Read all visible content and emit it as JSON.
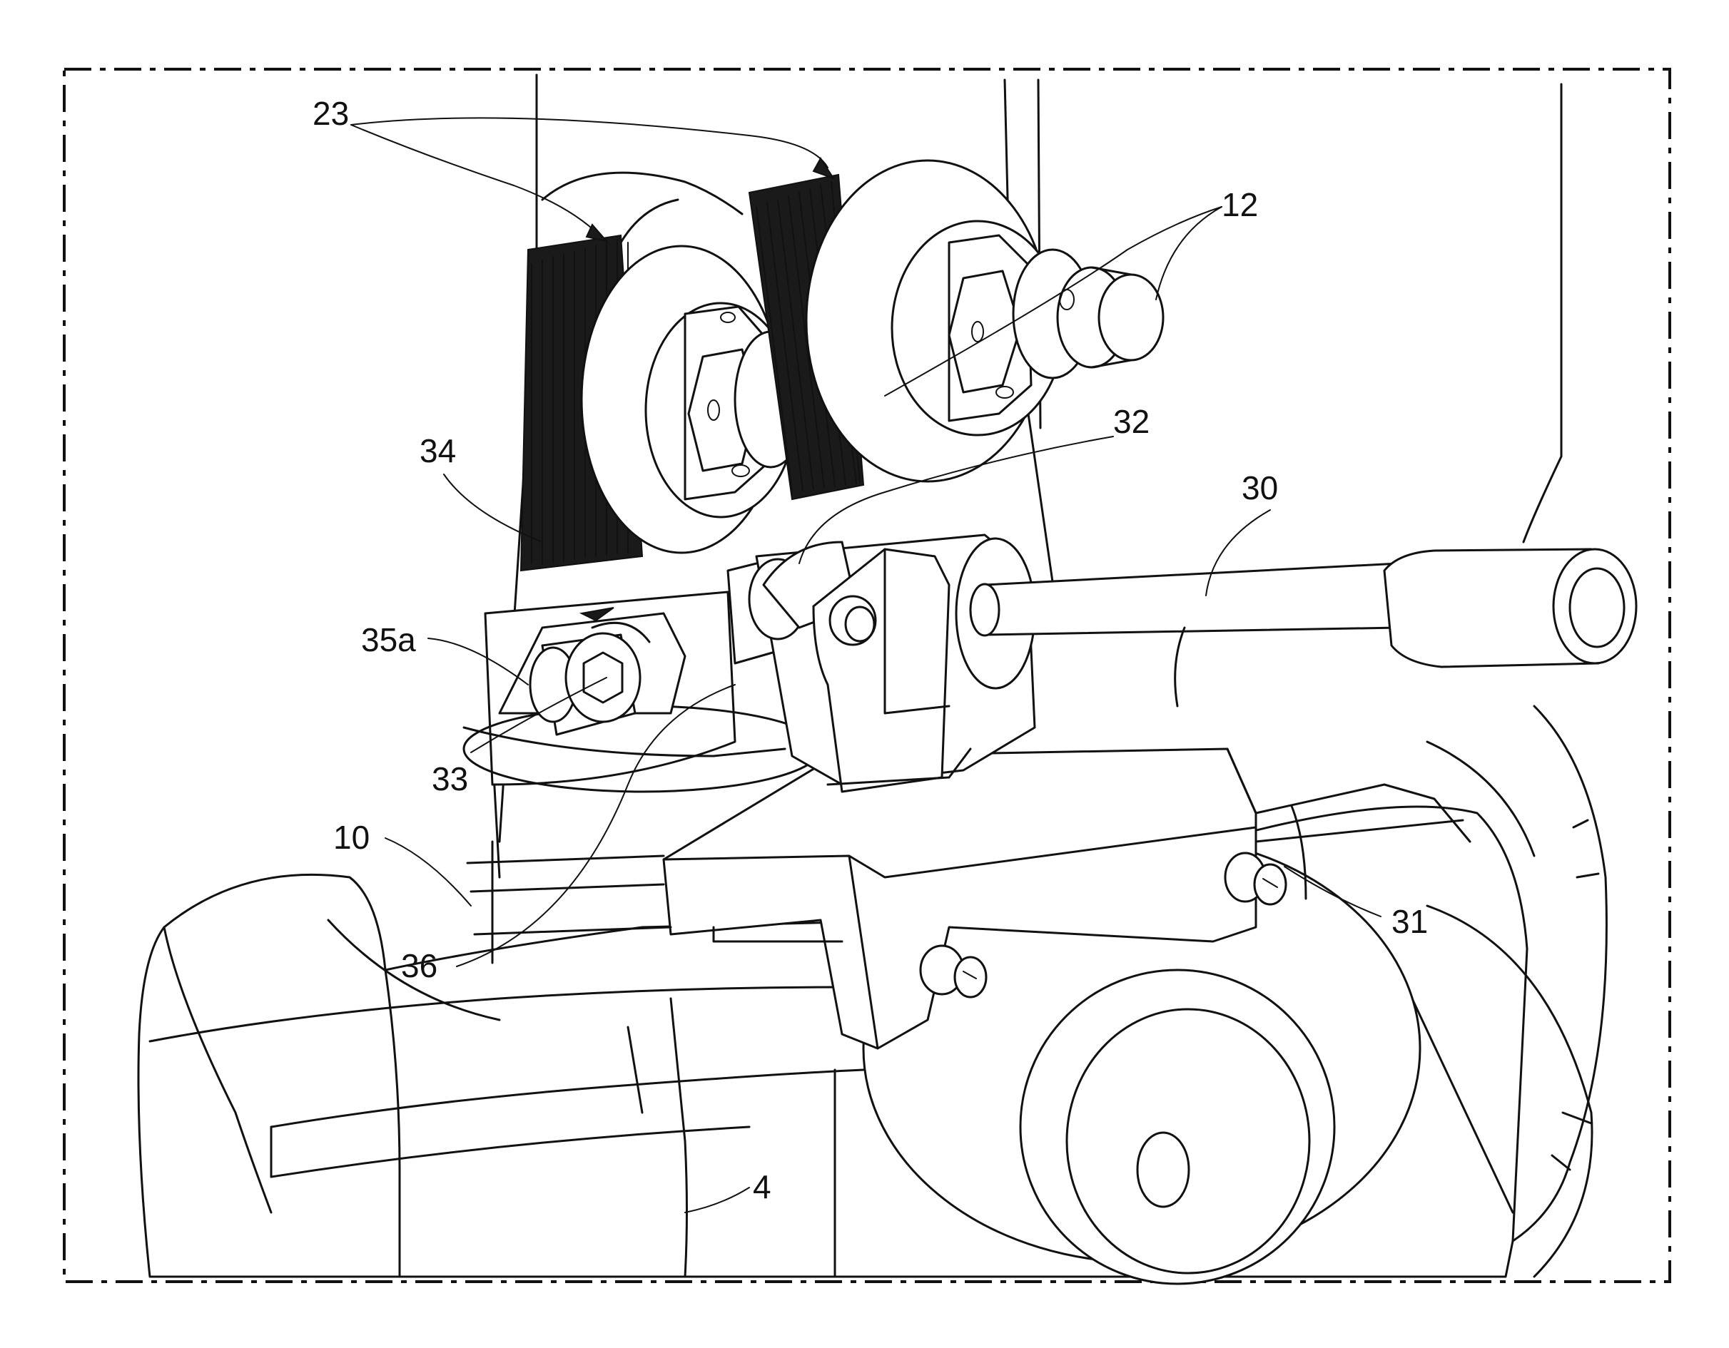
{
  "reference_numerals": {
    "r23": "23",
    "r12": "12",
    "r34": "34",
    "r32": "32",
    "r30": "30",
    "r35a": "35a",
    "r33": "33",
    "r10": "10",
    "r36": "36",
    "r31": "31",
    "r4": "4"
  }
}
